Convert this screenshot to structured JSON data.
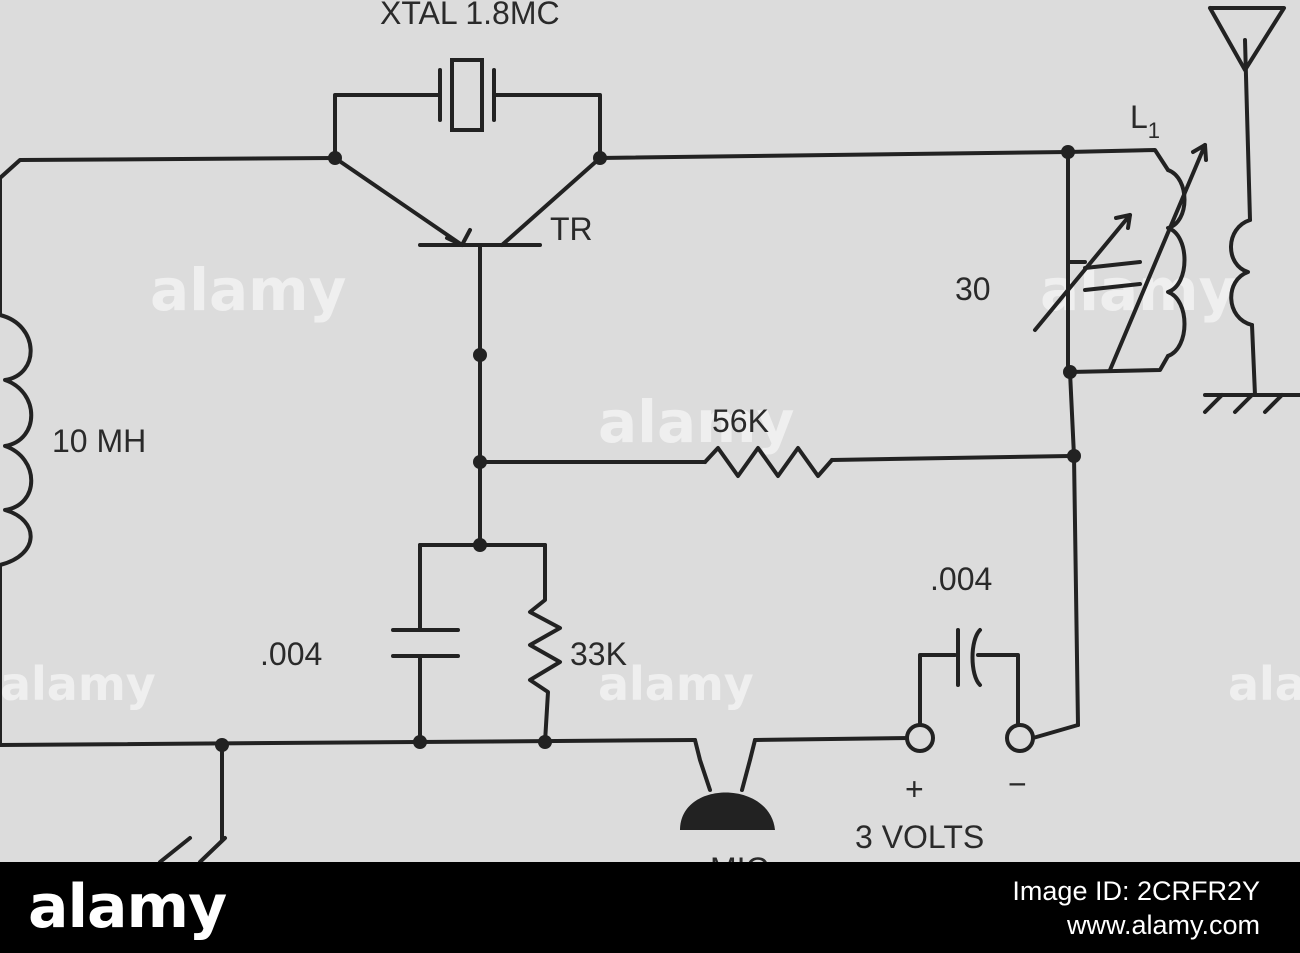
{
  "diagram": {
    "labels": {
      "crystal": "XTAL 1.8MC",
      "coil_l1_letter": "L",
      "coil_l1_subscript": "1",
      "transistor": "TR",
      "trimmer_cap": "30",
      "rfc": "10 MH",
      "r_feedback": "56K",
      "c_bypass": ".004",
      "r_bias": "33K",
      "c_key": ".004",
      "plus": "+",
      "minus": "−",
      "battery": "3 VOLTS",
      "mic_partial": "MIC"
    }
  },
  "watermark": {
    "text": "alamy",
    "color": "#ffffff"
  },
  "footer": {
    "logo": "alamy",
    "image_id": "Image ID: 2CRFR2Y",
    "site": "www.alamy.com",
    "background": "#000000"
  }
}
